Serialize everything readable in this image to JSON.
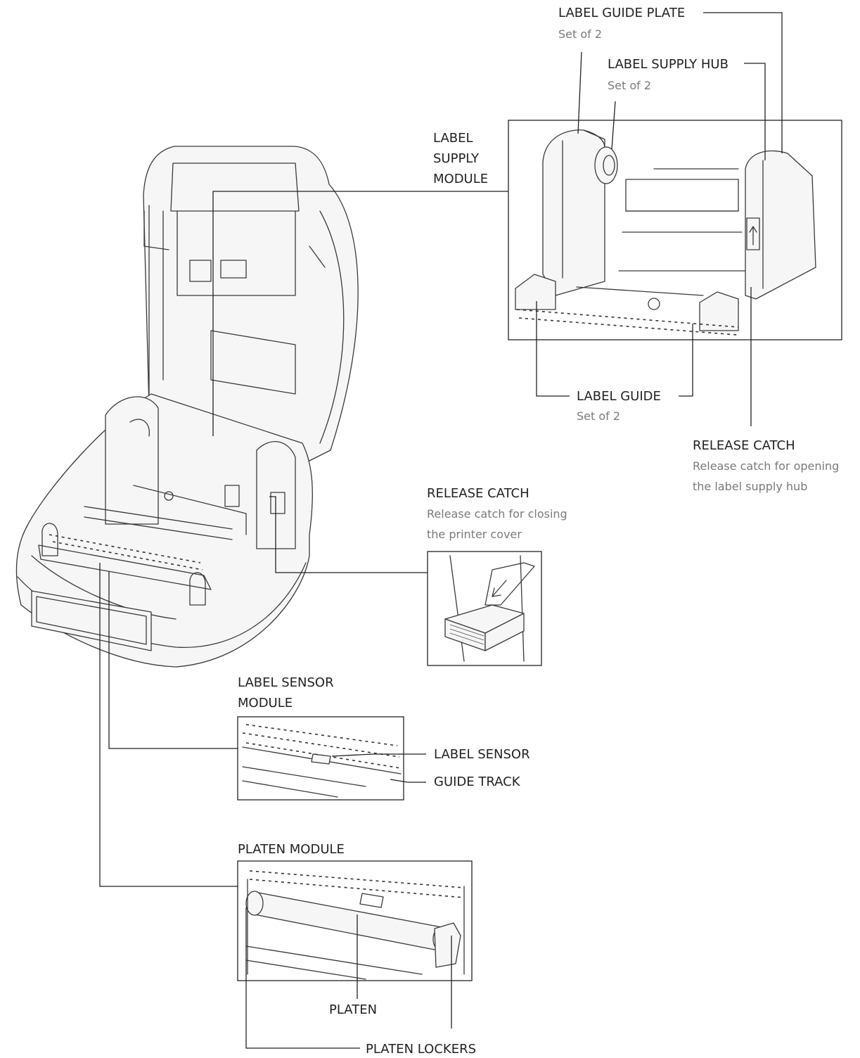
{
  "callouts": {
    "label_guide_plate": {
      "title": "LABEL GUIDE PLATE",
      "sub": "Set of 2"
    },
    "label_supply_hub": {
      "title": "LABEL SUPPLY HUB",
      "sub": "Set of 2"
    },
    "label_supply_module": {
      "line1": "LABEL",
      "line2": "SUPPLY",
      "line3": "MODULE"
    },
    "label_guide": {
      "title": "LABEL GUIDE",
      "sub": "Set of 2"
    },
    "release_catch_hub": {
      "title": "RELEASE CATCH",
      "line1": "Release catch for opening",
      "line2": "the label supply hub"
    },
    "release_catch_cover": {
      "title": "RELEASE CATCH",
      "line1": "Release catch for closing",
      "line2": "the printer cover"
    },
    "label_sensor_module": {
      "line1": "LABEL SENSOR",
      "line2": "MODULE"
    },
    "label_sensor": "LABEL SENSOR",
    "guide_track": "GUIDE TRACK",
    "platen_module": "PLATEN MODULE",
    "platen": "PLATEN",
    "platen_lockers": "PLATEN LOCKERS"
  },
  "colors": {
    "ink": "#222222",
    "subtext": "#7a7a7a",
    "line": "#333333"
  }
}
